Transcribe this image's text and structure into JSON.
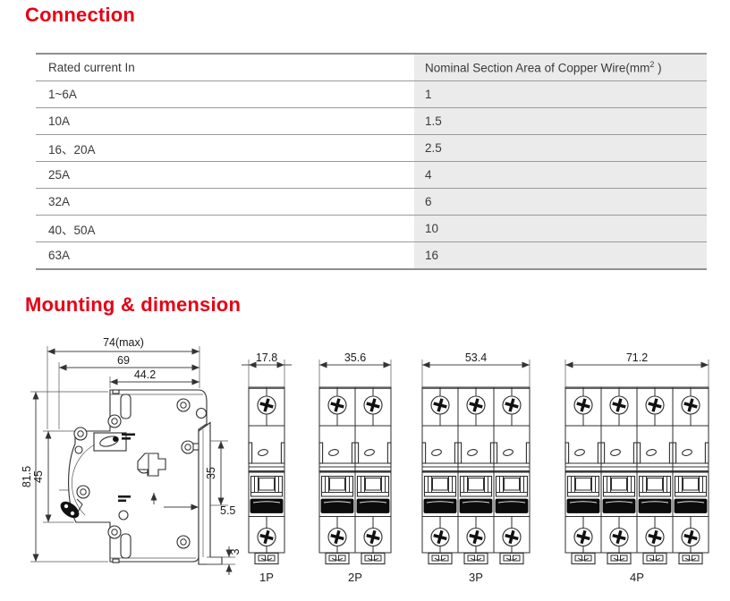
{
  "page": {
    "section1_title": "Connection",
    "section2_title": "Mounting & dimension",
    "accent_color": "#e60014"
  },
  "table": {
    "col1_header": "Rated current In",
    "col2_header_prefix": "Nominal Section Area of Copper Wire(mm",
    "col2_header_sup": "2",
    "col2_header_suffix": " )",
    "rows": [
      {
        "current": "1~6A",
        "area": "1"
      },
      {
        "current": "10A",
        "area": "1.5"
      },
      {
        "current": "16、20A",
        "area": "2.5"
      },
      {
        "current": "25A",
        "area": "4"
      },
      {
        "current": "32A",
        "area": "6"
      },
      {
        "current": "40、50A",
        "area": "10"
      },
      {
        "current": "63A",
        "area": "16"
      }
    ]
  },
  "side_view": {
    "dims": {
      "total_width": "74(max)",
      "mount_width": "69",
      "body_depth": "44.2",
      "total_height": "81.5",
      "front_height": "45",
      "rail_height": "35",
      "rail_offset": "5.5",
      "foot_thickness": "3"
    }
  },
  "front_views": [
    {
      "label": "1P",
      "width_dim": "17.8",
      "poles": 1
    },
    {
      "label": "2P",
      "width_dim": "35.6",
      "poles": 2
    },
    {
      "label": "3P",
      "width_dim": "53.4",
      "poles": 3
    },
    {
      "label": "4P",
      "width_dim": "71.2",
      "poles": 4
    }
  ]
}
